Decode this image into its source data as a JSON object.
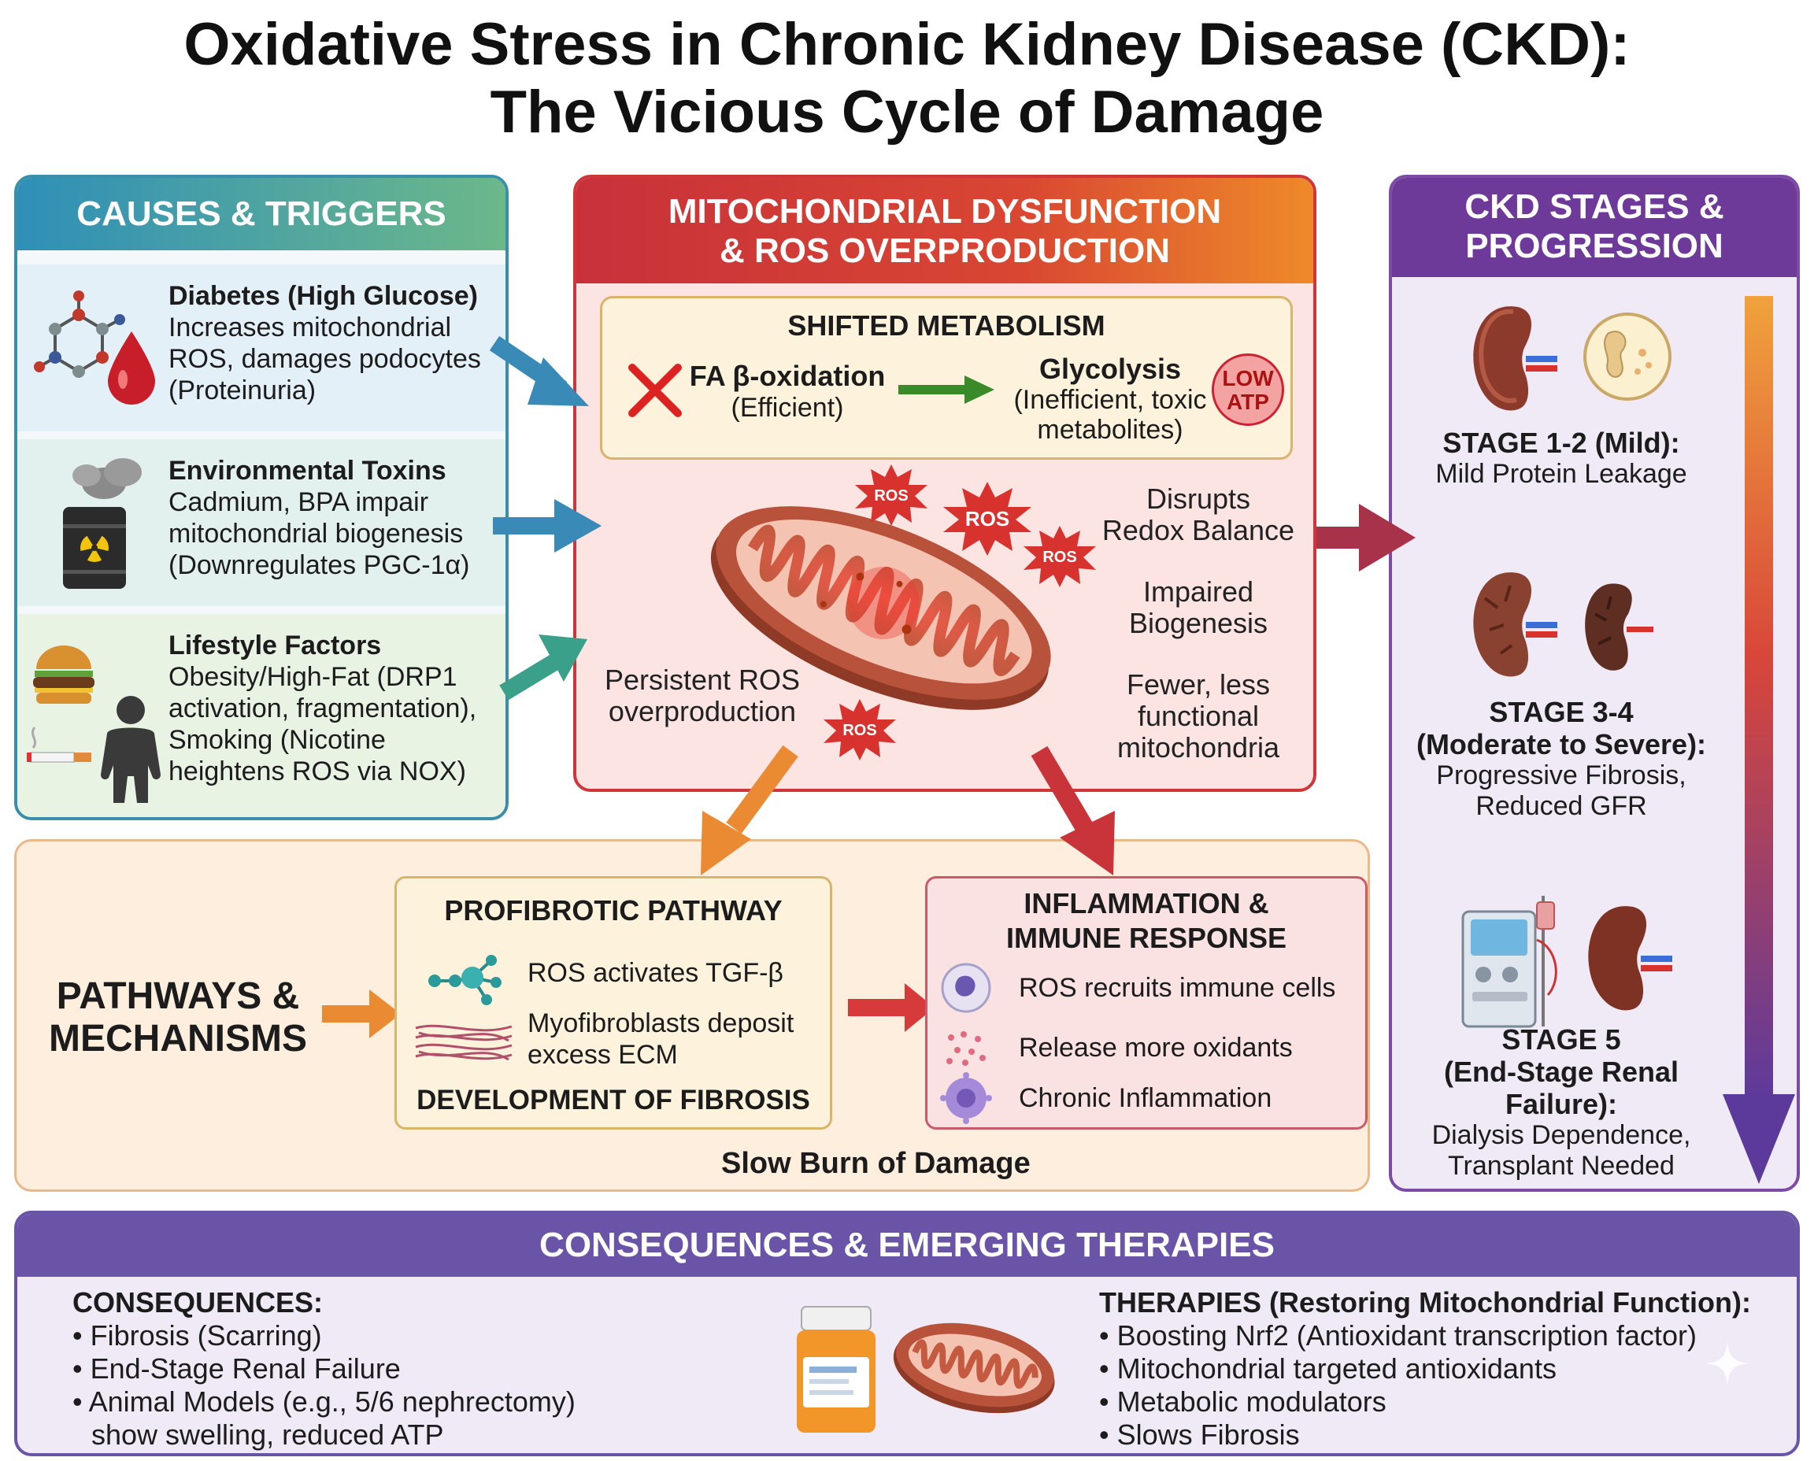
{
  "title": {
    "line1": "Oxidative Stress in Chronic Kidney Disease (CKD):",
    "line2": "The Vicious Cycle of Damage"
  },
  "colors": {
    "causes_header": "#2f8fb8",
    "causes_header_end": "#6cb88a",
    "mito_header": "#d0353a",
    "mito_header_end": "#ee8a2a",
    "stages_header": "#6e3a9a",
    "consequences_header": "#6a54a8",
    "pathways_bg": "#fdeedd",
    "stage_arrow_top": "#f0a23c",
    "stage_arrow_bottom": "#5c3a9c"
  },
  "causes": {
    "header": "CAUSES & TRIGGERS",
    "items": [
      {
        "title": "Diabetes (High Glucose)",
        "lines": [
          "Increases mitochondrial",
          "ROS, damages podocytes",
          "(Proteinuria)"
        ],
        "icons": [
          "molecule-icon",
          "blood-drop-icon"
        ]
      },
      {
        "title": "Environmental Toxins",
        "lines": [
          "Cadmium, BPA impair",
          "mitochondrial biogenesis",
          "(Downregulates PGC-1α)"
        ],
        "icons": [
          "toxic-barrel-icon"
        ]
      },
      {
        "title": "Lifestyle Factors",
        "lines": [
          "Obesity/High-Fat (DRP1",
          "activation, fragmentation),",
          "Smoking (Nicotine",
          "heightens ROS via NOX)"
        ],
        "icons": [
          "burger-icon",
          "cigarette-icon",
          "person-icon"
        ]
      }
    ]
  },
  "mito": {
    "header_line1": "MITOCHONDRIAL DYSFUNCTION",
    "header_line2": "& ROS OVERPRODUCTION",
    "metabolism": {
      "title": "SHIFTED METABOLISM",
      "fa_title": "FA β-oxidation",
      "fa_sub": "(Efficient)",
      "glyco_title": "Glycolysis",
      "glyco_sub1": "(Inefficient, toxic",
      "glyco_sub2": "metabolites)",
      "low_atp_line1": "LOW",
      "low_atp_line2": "ATP"
    },
    "ros_label": "ROS",
    "persistent_line1": "Persistent ROS",
    "persistent_line2": "overproduction",
    "effects": [
      [
        "Disrupts",
        "Redox Balance"
      ],
      [
        "Impaired",
        "Biogenesis"
      ],
      [
        "Fewer, less",
        "functional",
        "mitochondria"
      ]
    ]
  },
  "stages": {
    "header_line1": "CKD STAGES &",
    "header_line2": "PROGRESSION",
    "items": [
      {
        "title": [
          "STAGE 1-2 (Mild):"
        ],
        "desc": [
          "Mild Protein Leakage"
        ]
      },
      {
        "title": [
          "STAGE 3-4",
          "(Moderate to Severe):"
        ],
        "desc": [
          "Progressive Fibrosis,",
          "Reduced GFR"
        ]
      },
      {
        "title": [
          "STAGE 5",
          "(End-Stage Renal",
          "Failure):"
        ],
        "desc": [
          "Dialysis Dependence,",
          "Transplant Needed"
        ]
      }
    ]
  },
  "pathways": {
    "label_line1": "PATHWAYS &",
    "label_line2": "MECHANISMS",
    "profibrotic": {
      "title": "PROFIBROTIC PATHWAY",
      "item1": "ROS activates TGF-β",
      "item2_line1": "Myofibroblasts deposit",
      "item2_line2": "excess ECM",
      "footer": "DEVELOPMENT OF FIBROSIS"
    },
    "inflammation": {
      "title_line1": "INFLAMMATION &",
      "title_line2": "IMMUNE RESPONSE",
      "items": [
        "ROS recruits immune cells",
        "Release more oxidants",
        "Chronic Inflammation"
      ]
    },
    "caption": "Slow Burn of Damage"
  },
  "consequences": {
    "header": "CONSEQUENCES & EMERGING THERAPIES",
    "left_title": "CONSEQUENCES:",
    "left_items": [
      "• Fibrosis (Scarring)",
      "• End-Stage Renal Failure",
      "• Animal Models (e.g., 5/6 nephrectomy)"
    ],
    "left_cont": "show swelling, reduced ATP",
    "right_title": "THERAPIES (Restoring Mitochondrial Function):",
    "right_items": [
      "• Boosting Nrf2 (Antioxidant transcription factor)",
      "• Mitochondrial targeted antioxidants",
      "• Metabolic modulators",
      "• Slows Fibrosis"
    ]
  }
}
